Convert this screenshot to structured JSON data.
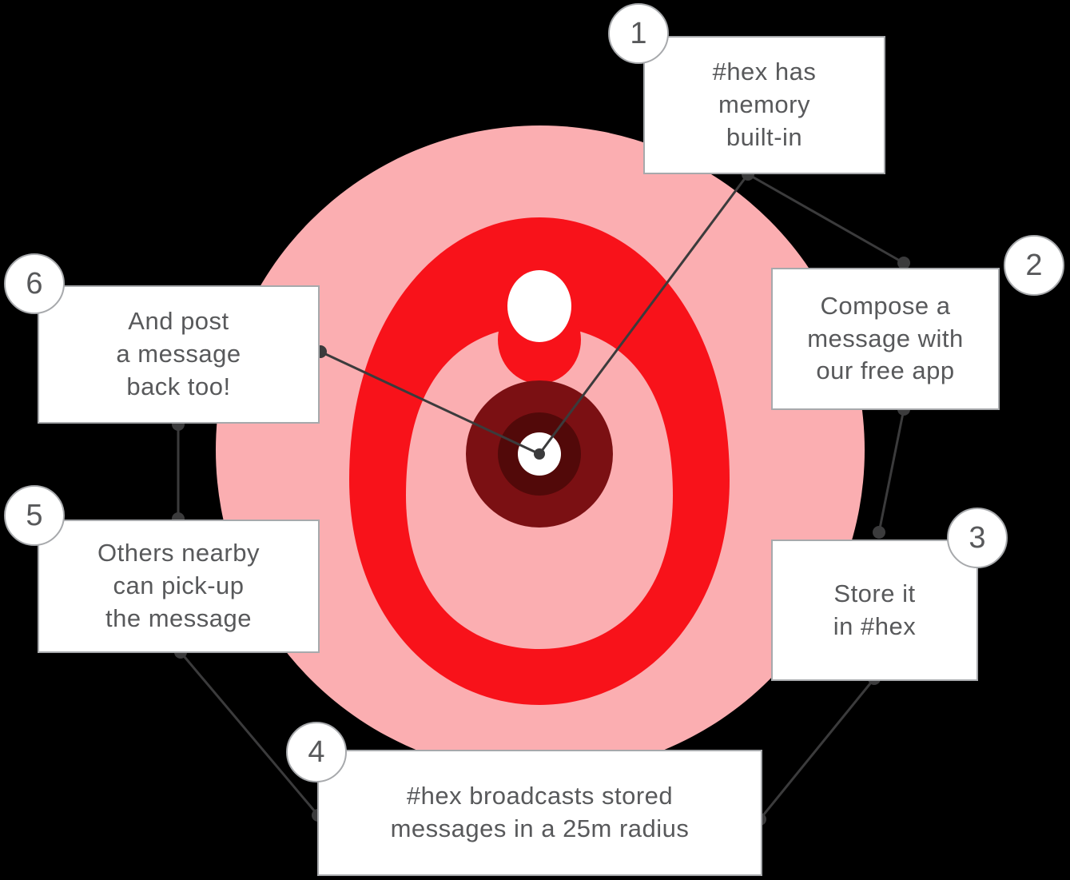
{
  "steps": [
    {
      "number": "1",
      "text": "#hex has\nmemory\nbuilt-in"
    },
    {
      "number": "2",
      "text": "Compose a\nmessage with\nour free app"
    },
    {
      "number": "3",
      "text": "Store it\nin #hex"
    },
    {
      "number": "4",
      "text": "#hex broadcasts stored\nmessages in a 25m radius"
    },
    {
      "number": "5",
      "text": "Others nearby\ncan pick-up\nthe message"
    },
    {
      "number": "6",
      "text": "And post\na message\nback too!"
    }
  ],
  "colors": {
    "background": "#000000",
    "radius_pink": "#FBAEB1",
    "logo_red": "#F8121A",
    "logo_dark_red": "#7B1013",
    "logo_core_red": "#520909",
    "logo_white": "#FFFFFF",
    "box_background": "#FFFFFF",
    "box_border": "#A7A9AC",
    "text": "#58595B",
    "connector": "#3B3B3C"
  }
}
